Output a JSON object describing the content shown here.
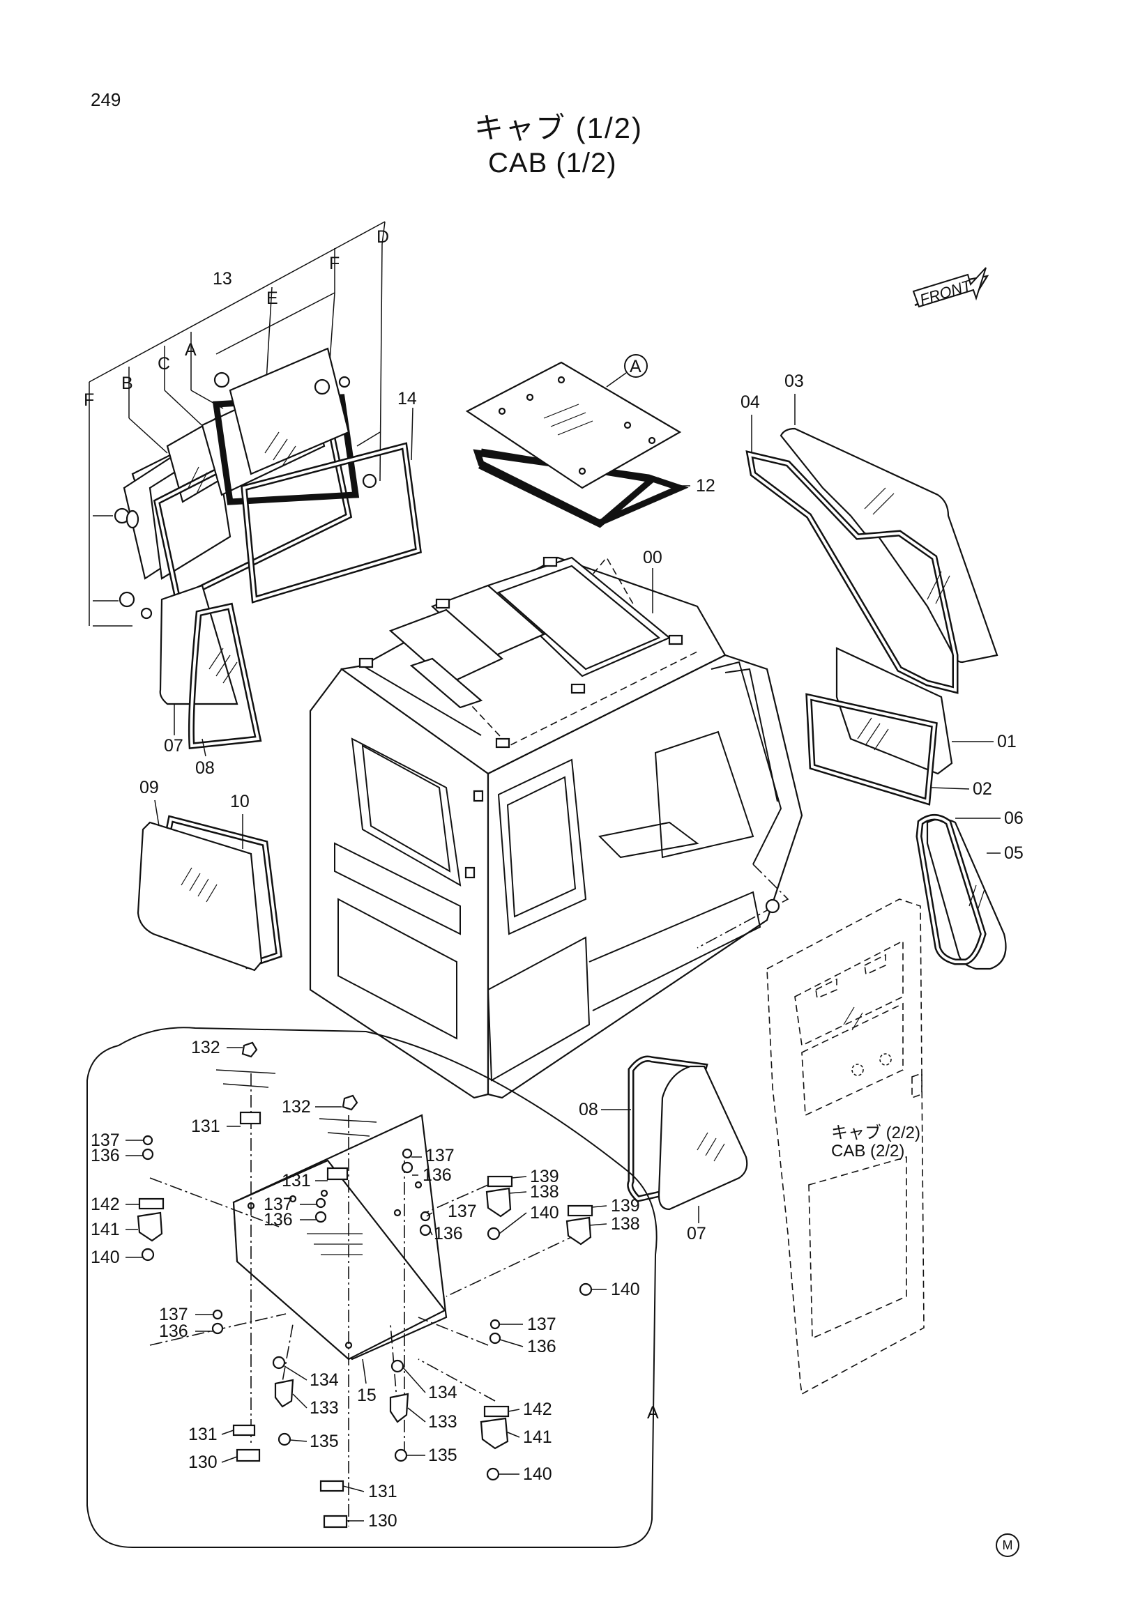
{
  "page_number": "249",
  "title_jp": "キャブ (1/2)",
  "title_en": "CAB (1/2)",
  "front_label": "FRONT",
  "ref_jp": "キャブ (2/2)",
  "ref_en": "CAB (2/2)",
  "corner_mark": "M",
  "callouts": {
    "c13": "13",
    "cF1": "F",
    "cF2": "F",
    "cE": "E",
    "cD": "D",
    "cA1": "A",
    "cA2": "A",
    "cA3": "A",
    "cB": "B",
    "cC": "C",
    "c14": "14",
    "c07a": "07",
    "c08a": "08",
    "c12": "12",
    "c00": "00",
    "c04": "04",
    "c03": "03",
    "c01": "01",
    "c02": "02",
    "c06": "06",
    "c05": "05",
    "c09": "09",
    "c10": "10",
    "c08b": "08",
    "c07b": "07",
    "c15": "15",
    "c132a": "132",
    "c132b": "132",
    "c131a": "131",
    "c131b": "131",
    "c131c": "131",
    "c131d": "131",
    "c137a": "137",
    "c137b": "137",
    "c137c": "137",
    "c137d": "137",
    "c137e": "137",
    "c137f": "137",
    "c136a": "136",
    "c136b": "136",
    "c136c": "136",
    "c136d": "136",
    "c136e": "136",
    "c136f": "136",
    "c139a": "139",
    "c139b": "139",
    "c138a": "138",
    "c138b": "138",
    "c140a": "140",
    "c140b": "140",
    "c140c": "140",
    "c140d": "140",
    "c142a": "142",
    "c142b": "142",
    "c141a": "141",
    "c141b": "141",
    "c134a": "134",
    "c134b": "134",
    "c133a": "133",
    "c133b": "133",
    "c135a": "135",
    "c135b": "135",
    "c130a": "130",
    "c130b": "130"
  }
}
